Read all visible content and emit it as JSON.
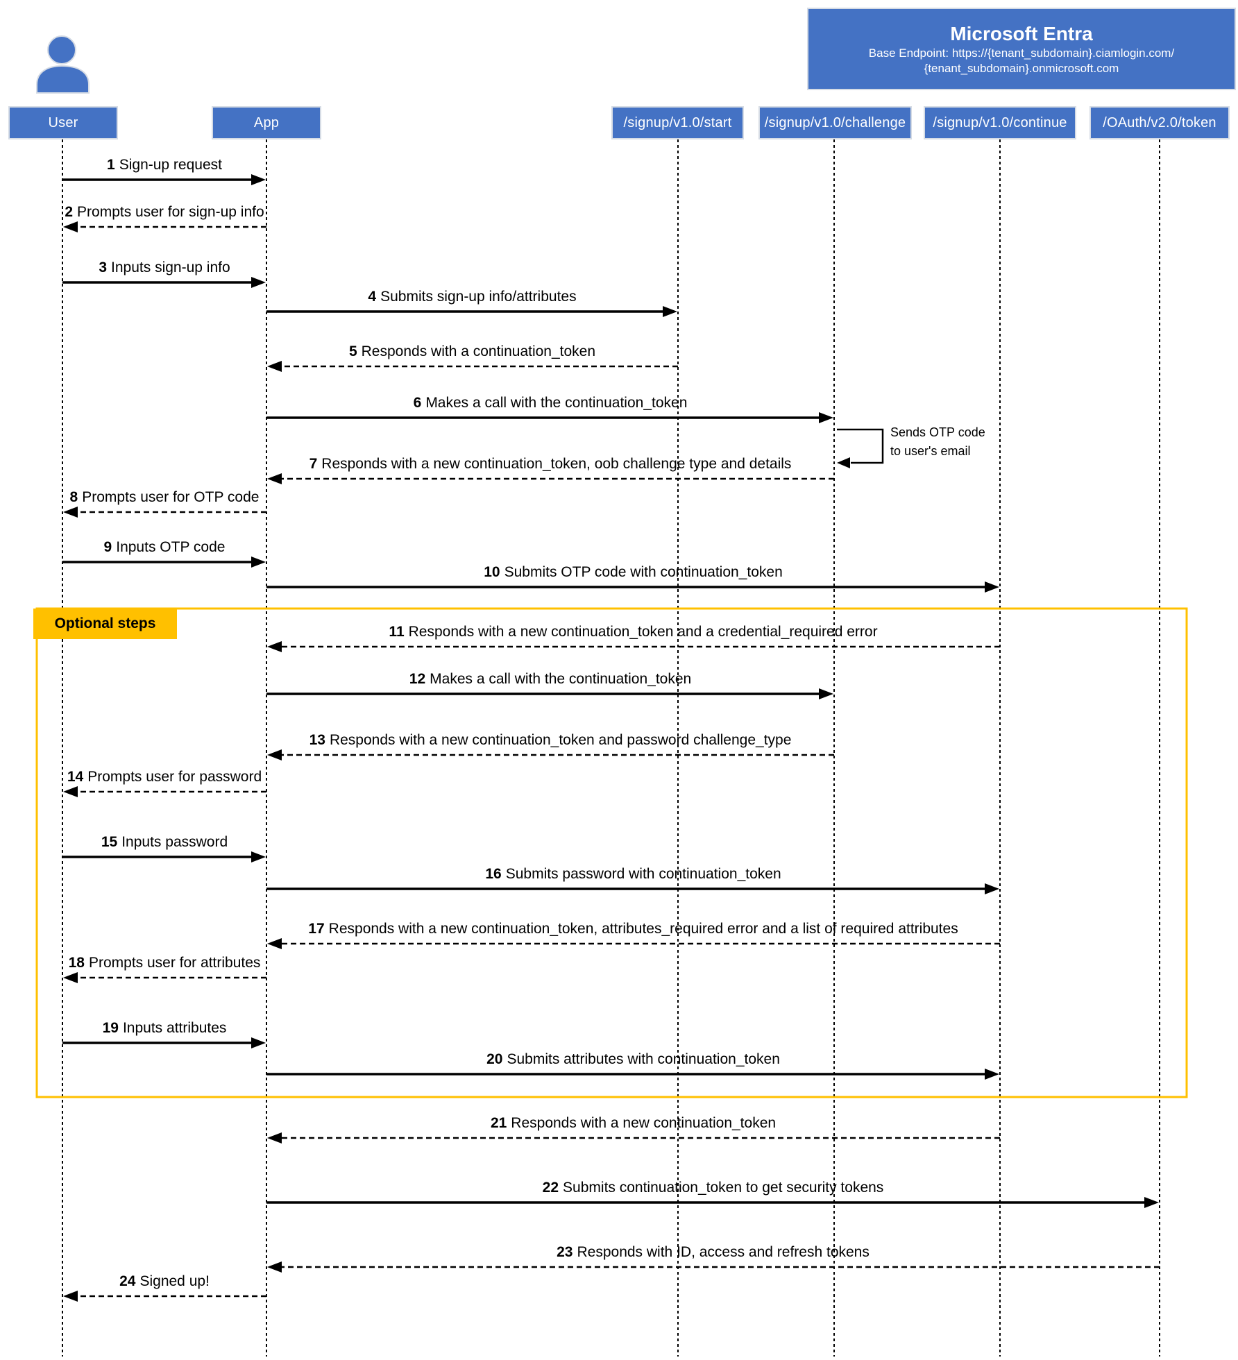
{
  "diagram": {
    "entra_service_box": {
      "title": "Microsoft Entra",
      "subtitle_lines": [
        "Base Endpoint: https://{tenant_subdomain}.ciamlogin.com/",
        "{tenant_subdomain}.onmicrosoft.com"
      ]
    },
    "actors": [
      {
        "id": "user",
        "label": "User"
      },
      {
        "id": "app",
        "label": "App"
      },
      {
        "id": "start",
        "label": "/signup/v1.0/start"
      },
      {
        "id": "challenge",
        "label": "/signup/v1.0/challenge"
      },
      {
        "id": "continue",
        "label": "/signup/v1.0/continue"
      },
      {
        "id": "token",
        "label": "/OAuth/v2.0/token"
      }
    ],
    "messages": [
      {
        "num": "1",
        "text": "Sign-up request",
        "from": "user",
        "to": "app",
        "line": "solid"
      },
      {
        "num": "2",
        "text": "Prompts user for sign-up info",
        "from": "app",
        "to": "user",
        "line": "dashed"
      },
      {
        "num": "3",
        "text": "Inputs sign-up info",
        "from": "user",
        "to": "app",
        "line": "solid"
      },
      {
        "num": "4",
        "text": "Submits sign-up info/attributes",
        "from": "app",
        "to": "start",
        "line": "solid"
      },
      {
        "num": "5",
        "text": "Responds with a continuation_token",
        "from": "start",
        "to": "app",
        "line": "dashed"
      },
      {
        "num": "6",
        "text": "Makes a call with the continuation_token",
        "from": "app",
        "to": "challenge",
        "line": "solid"
      },
      {
        "num": "7",
        "text": "Responds with a new continuation_token, oob challenge type and details",
        "from": "challenge",
        "to": "app",
        "line": "dashed"
      },
      {
        "num": "8",
        "text": "Prompts user for OTP code",
        "from": "app",
        "to": "user",
        "line": "dashed"
      },
      {
        "num": "9",
        "text": "Inputs OTP code",
        "from": "user",
        "to": "app",
        "line": "solid"
      },
      {
        "num": "10",
        "text": "Submits OTP code with continuation_token",
        "from": "app",
        "to": "continue",
        "line": "solid"
      },
      {
        "num": "11",
        "text": "Responds with a new continuation_token and a credential_required error",
        "from": "continue",
        "to": "app",
        "line": "dashed"
      },
      {
        "num": "12",
        "text": "Makes a call with the continuation_token",
        "from": "app",
        "to": "challenge",
        "line": "solid"
      },
      {
        "num": "13",
        "text": "Responds with a new continuation_token and password challenge_type",
        "from": "challenge",
        "to": "app",
        "line": "dashed"
      },
      {
        "num": "14",
        "text": "Prompts user for password",
        "from": "app",
        "to": "user",
        "line": "dashed"
      },
      {
        "num": "15",
        "text": "Inputs password",
        "from": "user",
        "to": "app",
        "line": "solid"
      },
      {
        "num": "16",
        "text": "Submits password with continuation_token",
        "from": "app",
        "to": "continue",
        "line": "solid"
      },
      {
        "num": "17",
        "text": "Responds with a new continuation_token, attributes_required error and a list of required attributes",
        "from": "continue",
        "to": "app",
        "line": "dashed"
      },
      {
        "num": "18",
        "text": "Prompts user for attributes",
        "from": "app",
        "to": "user",
        "line": "dashed"
      },
      {
        "num": "19",
        "text": "Inputs attributes",
        "from": "user",
        "to": "app",
        "line": "solid"
      },
      {
        "num": "20",
        "text": "Submits attributes with continuation_token",
        "from": "app",
        "to": "continue",
        "line": "solid"
      },
      {
        "num": "21",
        "text": "Responds with a new continuation_token",
        "from": "continue",
        "to": "app",
        "line": "dashed"
      },
      {
        "num": "22",
        "text": "Submits continuation_token to get security tokens",
        "from": "app",
        "to": "token",
        "line": "solid"
      },
      {
        "num": "23",
        "text": "Responds with ID, access and refresh tokens",
        "from": "token",
        "to": "app",
        "line": "dashed"
      },
      {
        "num": "24",
        "text": "Signed up!",
        "from": "app",
        "to": "user",
        "line": "dashed"
      }
    ],
    "self_note": {
      "attached_to": "challenge",
      "lines": [
        "Sends OTP code",
        "to user's email"
      ]
    },
    "optional_group": {
      "label": "Optional steps"
    },
    "colors": {
      "actor_blue": "#4472C4",
      "box_border": "#D6DCE5",
      "optional_yellow": "#FFC000",
      "line_black": "#000000"
    }
  }
}
